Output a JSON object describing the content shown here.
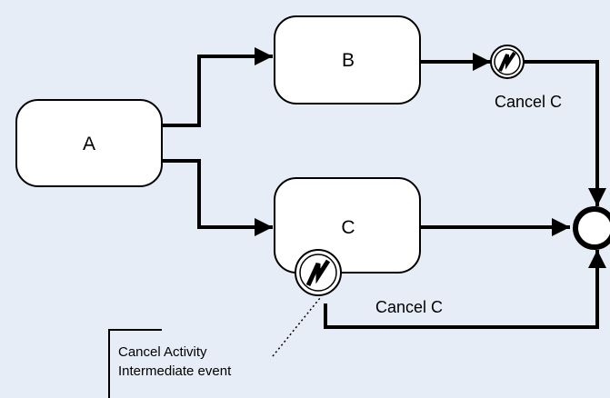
{
  "colors": {
    "background": "#e6edf7",
    "task_fill": "#ffffff",
    "stroke": "#000000"
  },
  "tasks": {
    "a": {
      "label": "A"
    },
    "b": {
      "label": "B"
    },
    "c": {
      "label": "C"
    }
  },
  "events": {
    "cancel_after_b": {
      "label": "Cancel C",
      "icon": "cancel-bolt-icon"
    },
    "cancel_on_c": {
      "label": "Cancel C",
      "icon": "cancel-bolt-icon"
    },
    "end_event": {
      "icon": "end-event-circle"
    }
  },
  "annotation": {
    "line1": "Cancel Activity",
    "line2": "Intermediate event"
  }
}
